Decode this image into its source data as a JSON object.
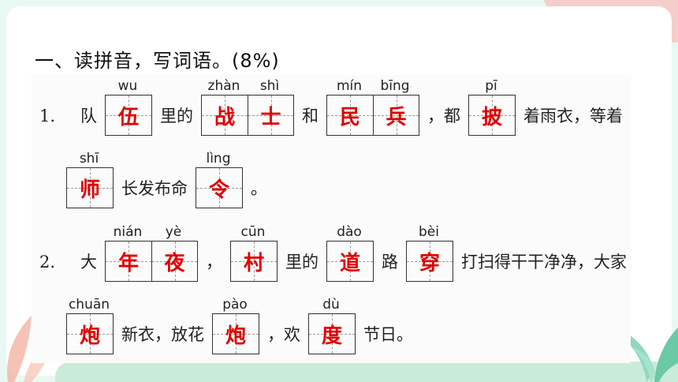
{
  "heading": "一、读拼音，写词语。(8%)",
  "q1": {
    "num": "1.",
    "t1": "队",
    "t2": "里的",
    "t3": "和",
    "t4": "，都",
    "t5": "着雨衣，等着",
    "t6": "长发布命",
    "t7": "。",
    "g1": {
      "py": [
        "wu"
      ],
      "chars": [
        "伍"
      ]
    },
    "g2": {
      "py": [
        "zhàn",
        "shì"
      ],
      "chars": [
        "战",
        "士"
      ]
    },
    "g3": {
      "py": [
        "mín",
        "bīng"
      ],
      "chars": [
        "民",
        "兵"
      ]
    },
    "g4": {
      "py": [
        "pī"
      ],
      "chars": [
        "披"
      ]
    },
    "g5": {
      "py": [
        "shī"
      ],
      "chars": [
        "师"
      ]
    },
    "g6": {
      "py": [
        "lìng"
      ],
      "chars": [
        "令"
      ]
    }
  },
  "q2": {
    "num": "2.",
    "t1": "大",
    "t2": "，",
    "t3": "里的",
    "t4": "路",
    "t5": "打扫得干干净净，大家",
    "t6": "新衣，放花",
    "t7": "，欢",
    "t8": "节日。",
    "g1": {
      "py": [
        "nián",
        "yè"
      ],
      "chars": [
        "年",
        "夜"
      ]
    },
    "g2": {
      "py": [
        "cūn"
      ],
      "chars": [
        "村"
      ]
    },
    "g3": {
      "py": [
        "dào"
      ],
      "chars": [
        "道"
      ]
    },
    "g4": {
      "py": [
        "bèi"
      ],
      "chars": [
        "穿"
      ]
    },
    "g5": {
      "py": [
        "chuān"
      ],
      "chars": [
        "炮"
      ]
    },
    "g6": {
      "py": [
        "pào"
      ],
      "chars": [
        "炮"
      ]
    },
    "g7": {
      "py": [
        "dù"
      ],
      "chars": [
        "度"
      ]
    }
  }
}
